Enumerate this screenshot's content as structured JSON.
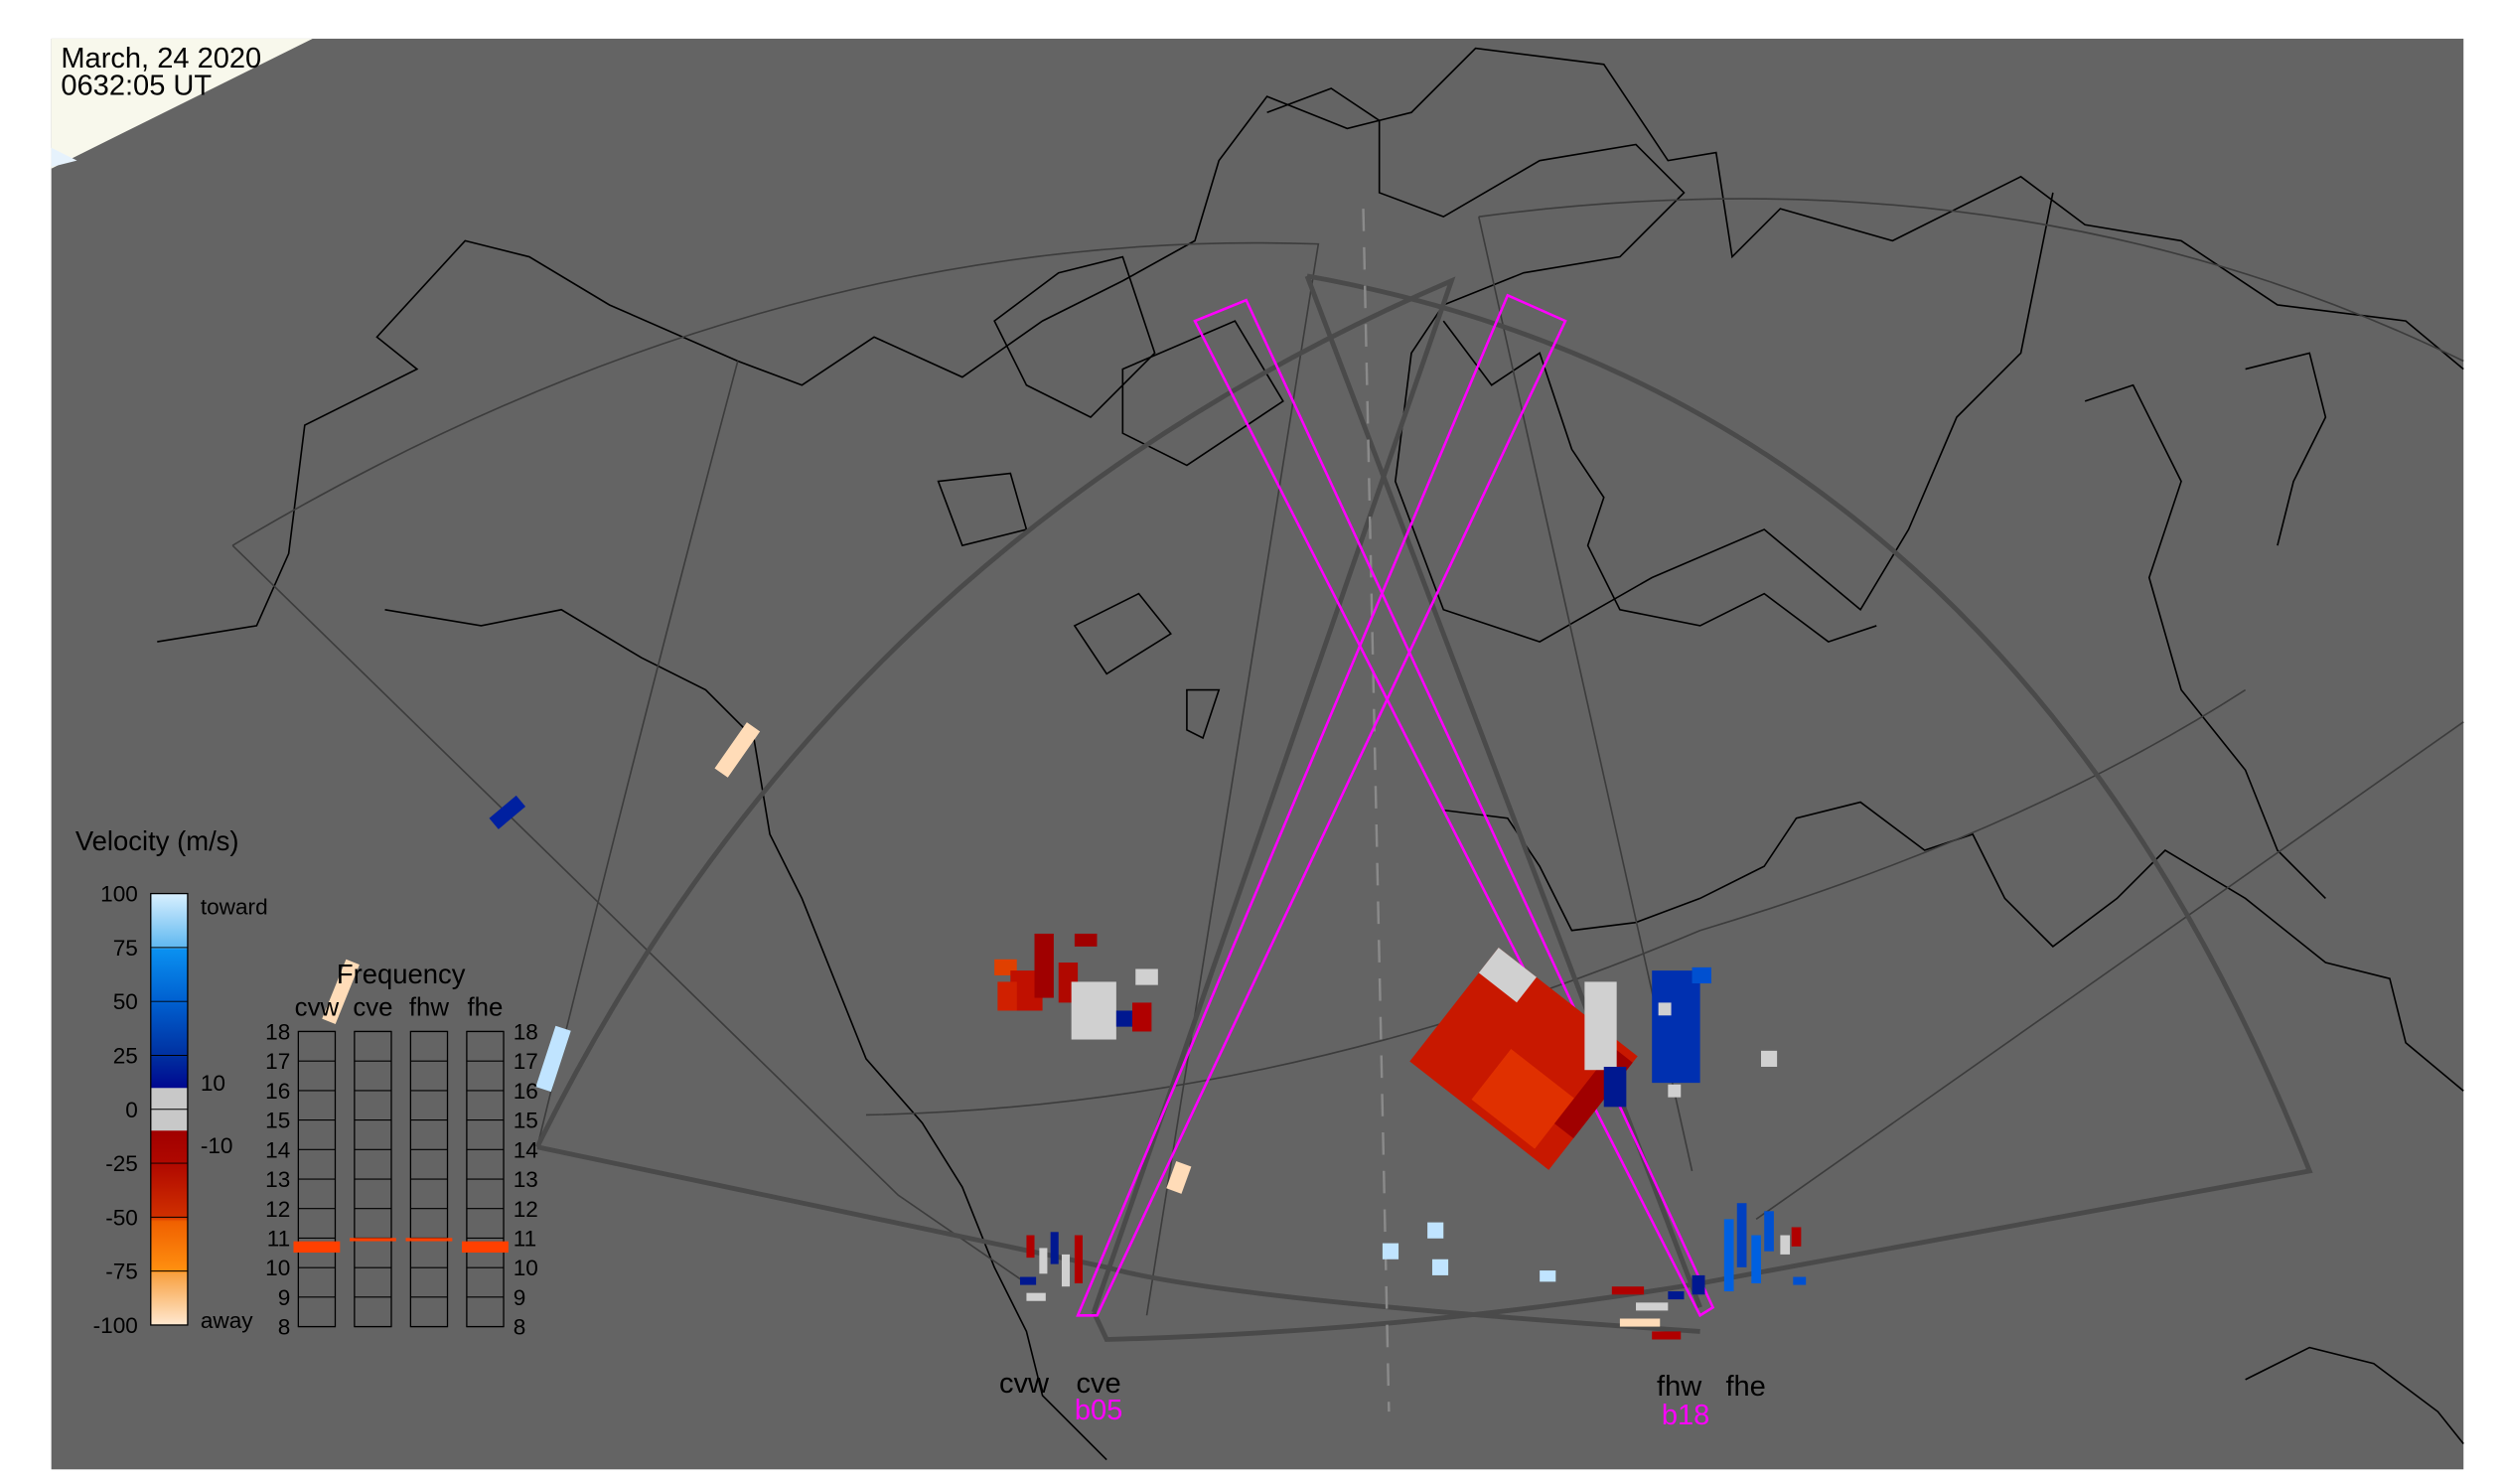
{
  "timestamp": {
    "date": "March, 24 2020",
    "time": "0632:05 UT"
  },
  "legend": {
    "title": "Velocity (m/s)",
    "ticks": [
      "100",
      "75",
      "50",
      "25",
      "0",
      "-25",
      "-50",
      "-75",
      "-100"
    ],
    "toward_label": "toward",
    "away_label": "away",
    "upper_threshold": "10",
    "lower_threshold": "-10"
  },
  "frequency": {
    "title": "Frequency",
    "radars": [
      "cvw",
      "cve",
      "fhw",
      "fhe"
    ],
    "ticks": [
      "18",
      "17",
      "16",
      "15",
      "14",
      "13",
      "12",
      "11",
      "10",
      "9",
      "8"
    ],
    "values_mhz": [
      10.7,
      10.95,
      10.95,
      10.7
    ],
    "marker_color": "#ff4000"
  },
  "radars": {
    "christmas_valley": {
      "west": "cvw",
      "east": "cve",
      "beam": "b05"
    },
    "fort_hays": {
      "west": "fhw",
      "east": "fhe",
      "beam": "b18"
    }
  },
  "colors": {
    "background": "#646464",
    "beam": "#ff00ff",
    "fov": "#4a4a4a"
  }
}
